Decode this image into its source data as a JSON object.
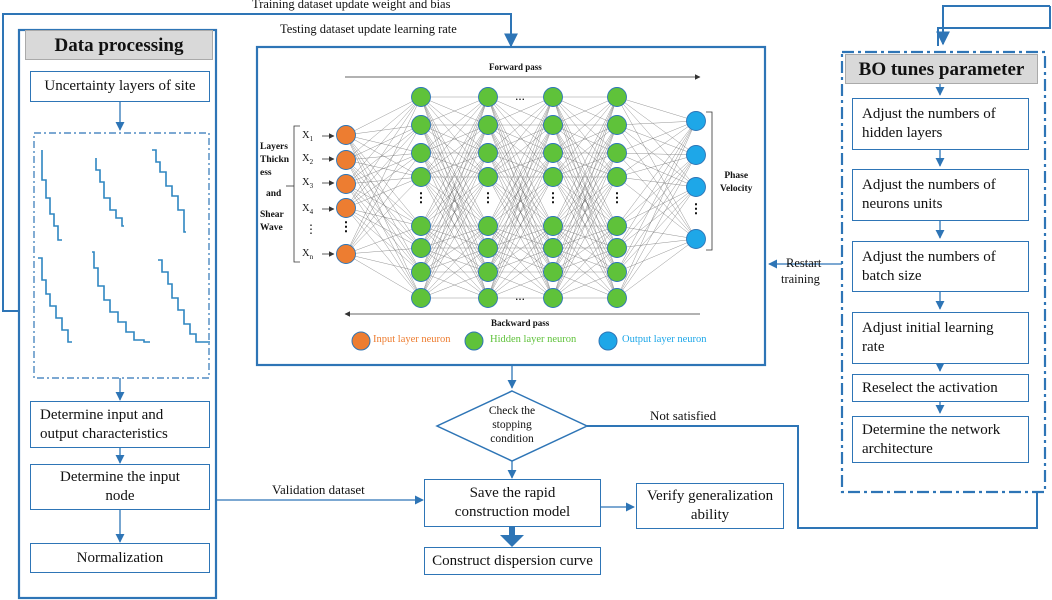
{
  "annotations": {
    "top_arrow_1": "Training dataset update weight and bias",
    "top_arrow_2": "Testing dataset update learning rate",
    "validation": "Validation dataset",
    "restart_1": "Restart",
    "restart_2": "training",
    "not_satisfied": "Not satisfied"
  },
  "data_processing": {
    "title": "Data processing",
    "uncertainty": "Uncertainty layers of site",
    "io_line1": "Determine input and",
    "io_line2": "output characteristics",
    "node_line1": "Determine the input",
    "node_line2": "node",
    "normalization": "Normalization"
  },
  "network": {
    "forward_pass": "Forward pass",
    "backward_pass": "Backward pass",
    "dots": "...",
    "inputs": [
      "X",
      "X",
      "X",
      "X",
      "X"
    ],
    "input_subscripts": [
      "1",
      "2",
      "3",
      "4",
      "n"
    ],
    "input_desc": [
      "Layers",
      "Thickn",
      "ess",
      "and",
      "Shear",
      "Wave"
    ],
    "output_desc": [
      "Phase",
      "Velocity"
    ],
    "legend": {
      "input": "Input layer neuron",
      "hidden": "Hidden layer neuron",
      "output": "Output layer neuron"
    },
    "colors": {
      "input": "#ed7d31",
      "hidden": "#5fc23a",
      "output": "#1ea7e8"
    }
  },
  "flow": {
    "check_1": "Check the",
    "check_2": "stopping",
    "check_3": "condition",
    "save_1": "Save the rapid",
    "save_2": "construction model",
    "verify_1": "Verify generalization",
    "verify_2": "ability",
    "construct": "Construct dispersion curve"
  },
  "bo": {
    "title": "BO tunes parameter",
    "steps": [
      [
        "Adjust the numbers of",
        "hidden layers"
      ],
      [
        "Adjust the numbers of",
        "neurons units"
      ],
      [
        "Adjust the numbers of",
        "batch size"
      ],
      [
        "Adjust initial learning",
        "rate"
      ],
      [
        "Reselect the activation",
        ""
      ],
      [
        "Determine the network",
        "architecture"
      ]
    ]
  },
  "accent_color": "#2e75b6"
}
